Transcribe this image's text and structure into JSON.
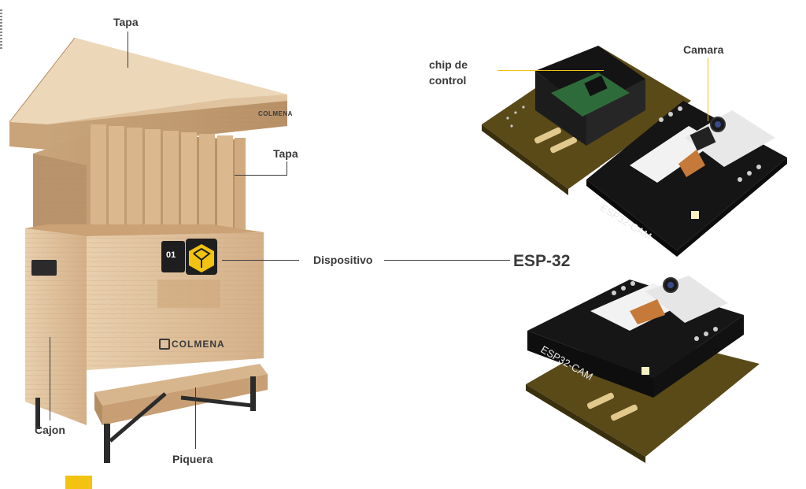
{
  "labels": {
    "tapa_top": "Tapa",
    "tapa_mid": "Tapa",
    "dispositivo": "Dispositivo",
    "esp32": "ESP-32",
    "cajon": "Cajon",
    "piquera": "Piquera",
    "chip_line1": "chip de",
    "chip_line2": "control",
    "camara": "Camara"
  },
  "hive": {
    "brand_text": "COLMENA",
    "brand_text_small": "COLMENA",
    "device_number": "01"
  },
  "boards": {
    "board_text_top": "ESP32-CAM",
    "board_text_bottom": "ESP32-CAM"
  },
  "colors": {
    "accent": "#f2c311",
    "wood_light": "#e4c8a4",
    "wood_mid": "#d2ad82",
    "wood_dark": "#b88c62",
    "pcb_black": "#1c1c1c",
    "pcb_gold": "#6b5a1e",
    "text": "#3a3a3a"
  }
}
